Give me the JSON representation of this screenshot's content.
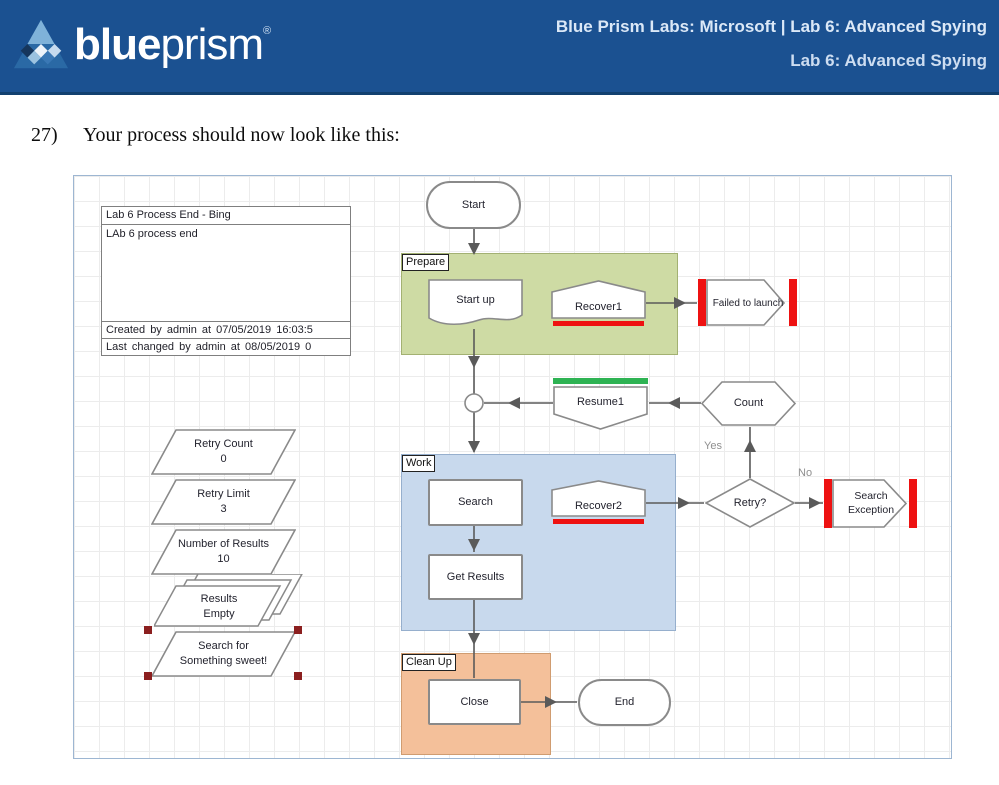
{
  "header": {
    "brand_bold": "blue",
    "brand_light": "prism",
    "registered": "®",
    "title_line1": "Blue Prism Labs: Microsoft | Lab 6: Advanced Spying",
    "title_line2": "Lab 6: Advanced Spying"
  },
  "instruction": {
    "number": "27)",
    "text": "Your process should now look like this:"
  },
  "diagram": {
    "info_box": {
      "title": "Lab 6 Process End - Bing",
      "description": "LAb 6 process end",
      "created_line": "Created by admin at 07/05/2019 16:03:5",
      "changed_line": "Last changed by admin at 08/05/2019 0"
    },
    "stage_groups": [
      {
        "label": "Prepare",
        "color": "#cedba4"
      },
      {
        "label": "Work",
        "color": "#c8d9ed"
      },
      {
        "label": "Clean Up",
        "color": "#f4c09a"
      }
    ],
    "nodes": {
      "start": "Start",
      "start_up": "Start up",
      "recover1": "Recover1",
      "failed_to_launch": "Failed to launch",
      "resume1": "Resume1",
      "count": "Count",
      "search": "Search",
      "recover2": "Recover2",
      "retry": "Retry?",
      "search_exception_l1": "Search",
      "search_exception_l2": "Exception",
      "get_results": "Get Results",
      "close": "Close",
      "end": "End"
    },
    "edge_labels": {
      "yes": "Yes",
      "no": "No"
    },
    "data_items": [
      {
        "name": "Retry Count",
        "value": "0"
      },
      {
        "name": "Retry Limit",
        "value": "3"
      },
      {
        "name": "Number of Results",
        "value": "10"
      },
      {
        "name": "Results",
        "value": "Empty"
      },
      {
        "name": "Search for",
        "value": "Something sweet!"
      }
    ],
    "colors": {
      "header_blue": "#1b5191",
      "exception_red": "#ee1111",
      "resume_green": "#2eb353",
      "selection_handle": "#8b1f1f",
      "connector_gray": "#5a5a5a"
    }
  }
}
